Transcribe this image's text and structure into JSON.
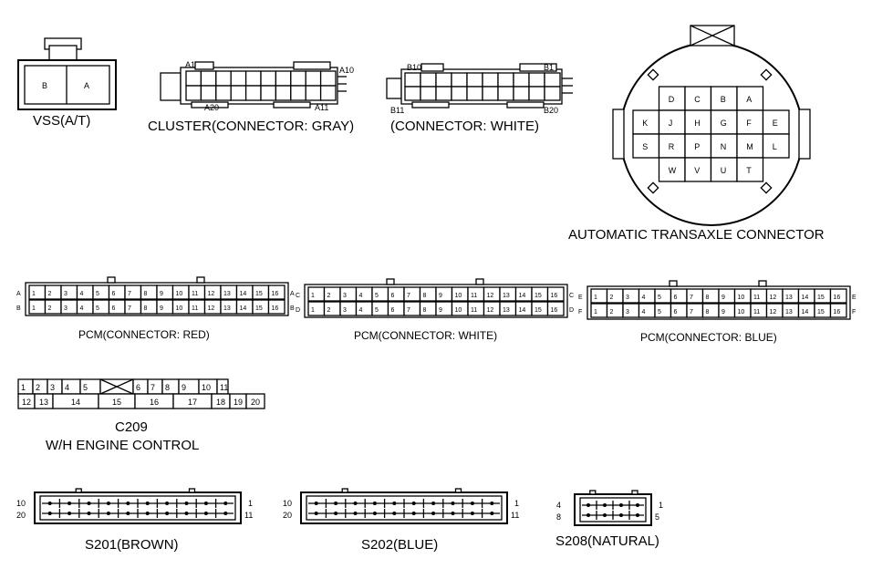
{
  "vss": {
    "title": "VSS(A/T)",
    "pins": [
      "B",
      "A"
    ]
  },
  "cluster": {
    "title": "CLUSTER(CONNECTOR: GRAY)",
    "pin_a1": "A1",
    "pin_a10": "A10",
    "pin_a20": "A20",
    "pin_a11": "A11"
  },
  "white_conn": {
    "title": "(CONNECTOR: WHITE)",
    "pin_b10": "B10",
    "pin_b1": "B1",
    "pin_b11": "B11",
    "pin_b20": "B20"
  },
  "transaxle": {
    "title": "AUTOMATIC TRANSAXLE CONNECTOR",
    "rows": [
      [
        "D",
        "C",
        "B",
        "A"
      ],
      [
        "K",
        "J",
        "H",
        "G",
        "F",
        "E"
      ],
      [
        "S",
        "R",
        "P",
        "N",
        "M",
        "L"
      ],
      [
        "W",
        "V",
        "U",
        "T"
      ]
    ]
  },
  "pcm": [
    {
      "title": "PCM(CONNECTOR: RED)",
      "row_labels": [
        "A",
        "B"
      ]
    },
    {
      "title": "PCM(CONNECTOR: WHITE)",
      "row_labels": [
        "C",
        "D"
      ]
    },
    {
      "title": "PCM(CONNECTOR: BLUE)",
      "row_labels": [
        "E",
        "F"
      ]
    }
  ],
  "pcm_pins": [
    "1",
    "2",
    "3",
    "4",
    "5",
    "6",
    "7",
    "8",
    "9",
    "10",
    "11",
    "12",
    "13",
    "14",
    "15",
    "16"
  ],
  "c209": {
    "title": "C209",
    "subtitle": "W/H ENGINE CONTROL",
    "top_row": [
      "1",
      "2",
      "3",
      "4",
      "5",
      "",
      "6",
      "7",
      "8",
      "9",
      "10",
      "11"
    ],
    "bottom_row": [
      "12",
      "13",
      "14",
      "15",
      "16",
      "17",
      "18",
      "19",
      "20"
    ]
  },
  "splices": [
    {
      "title": "S201(BROWN)",
      "left_top": "10",
      "left_bottom": "20",
      "right_top": "1",
      "right_bottom": "11"
    },
    {
      "title": "S202(BLUE)",
      "left_top": "10",
      "left_bottom": "20",
      "right_top": "1",
      "right_bottom": "11"
    },
    {
      "title": "S208(NATURAL)",
      "left_top": "4",
      "left_bottom": "8",
      "right_top": "1",
      "right_bottom": "5"
    }
  ]
}
